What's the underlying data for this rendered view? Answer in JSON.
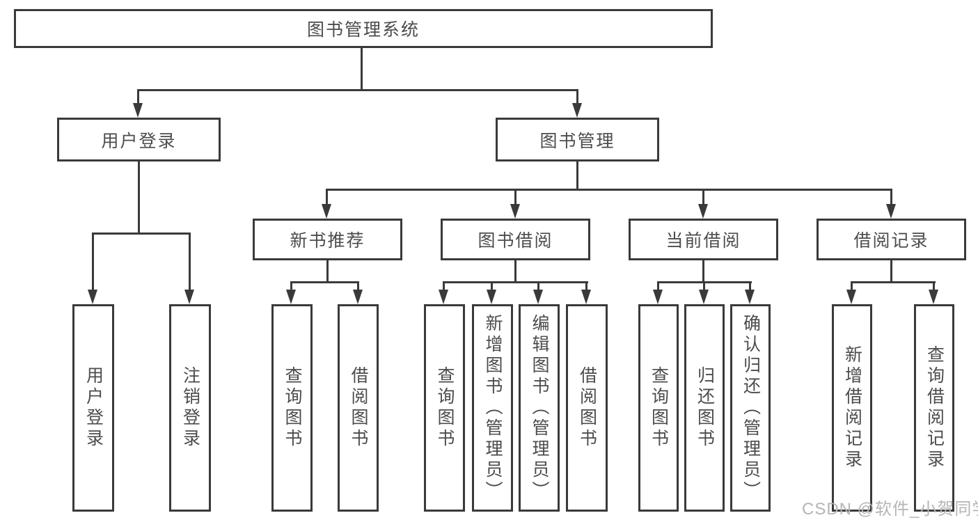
{
  "nodes": {
    "root": "图书管理系统",
    "userLogin": "用户登录",
    "bookMgmt": "图书管理",
    "newBookRec": "新书推荐",
    "bookBorrow": "图书借阅",
    "currentBorrow": "当前借阅",
    "borrowRecord": "借阅记录",
    "leafUserLogin": "用户登录",
    "leafLogout": "注销登录",
    "leafQueryBook1": "查询图书",
    "leafBorrowBook1": "借阅图书",
    "leafQueryBook2": "查询图书",
    "leafAddBookAdmin": "新增图书（管理员）",
    "leafEditBookAdmin": "编辑图书（管理员）",
    "leafBorrowBook2": "借阅图书",
    "leafQueryBook3": "查询图书",
    "leafReturnBook": "归还图书",
    "leafConfirmReturnAdmin": "确认归还（管理员）",
    "leafAddBorrowRecord": "新增借阅记录",
    "leafQueryBorrowRecord": "查询借阅记录"
  },
  "watermark": "CSDN @软件_小贺同学",
  "colors": {
    "line": "#3a3a3a",
    "text": "#4c4c4c",
    "watermark": "#b5b5b5",
    "background": "#ffffff"
  }
}
